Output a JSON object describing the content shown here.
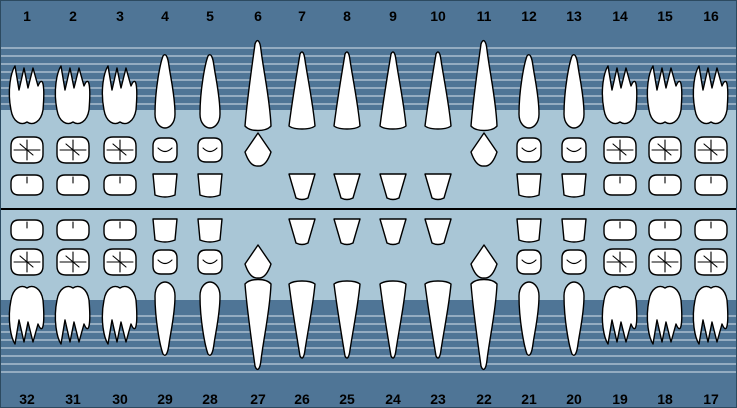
{
  "colors": {
    "frame": "#4f7596",
    "band": "#a9c6d6",
    "lines": "#d9e4ec",
    "divider": "#000000",
    "tooth_fill": "#ffffff",
    "tooth_outline": "#000000"
  },
  "upper_arch": {
    "numbers": [
      "1",
      "2",
      "3",
      "4",
      "5",
      "6",
      "7",
      "8",
      "9",
      "10",
      "11",
      "12",
      "13",
      "14",
      "15",
      "16"
    ],
    "types": [
      "molar",
      "molar",
      "molar",
      "premolar",
      "premolar",
      "canine",
      "incisor",
      "incisor",
      "incisor",
      "incisor",
      "canine",
      "premolar",
      "premolar",
      "molar",
      "molar",
      "molar"
    ]
  },
  "lower_arch": {
    "numbers": [
      "32",
      "31",
      "30",
      "29",
      "28",
      "27",
      "26",
      "25",
      "24",
      "23",
      "22",
      "21",
      "20",
      "19",
      "18",
      "17"
    ],
    "types": [
      "molar",
      "molar",
      "molar",
      "premolar",
      "premolar",
      "canine",
      "incisor",
      "incisor",
      "incisor",
      "incisor",
      "canine",
      "premolar",
      "premolar",
      "molar",
      "molar",
      "molar"
    ]
  }
}
